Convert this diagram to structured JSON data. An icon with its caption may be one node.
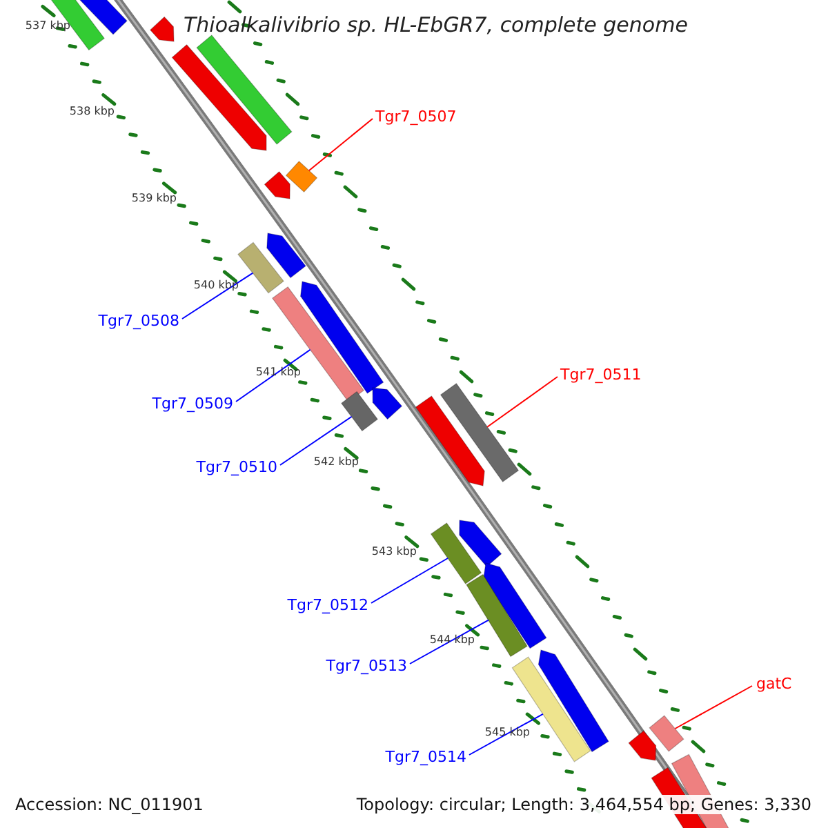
{
  "diagram": {
    "title": "Thioalkalivibrio sp. HL-EbGR7, complete genome",
    "nodes": [
      {
        "text": [
          "Tgr7_0507"
        ]
      },
      {
        "text": [
          "Tgr7_0508"
        ]
      },
      {
        "text": [
          "Tgr7_0509"
        ]
      },
      {
        "text": [
          "Tgr7_0510"
        ]
      },
      {
        "text": [
          "Tgr7_0511"
        ]
      },
      {
        "text": [
          "Tgr7_0512"
        ]
      },
      {
        "text": [
          "Tgr7_0513"
        ]
      },
      {
        "text": [
          "Tgr7_0514"
        ]
      },
      {
        "text": [
          "gatC"
        ]
      },
      {
        "text": [],
        "shape": "bar"
      },
      {
        "text": [],
        "shape": "bar"
      },
      {
        "text": [],
        "shape": "arrow"
      },
      {
        "text": [],
        "shape": "bar"
      },
      {
        "text": [],
        "shape": "arrow"
      },
      {
        "text": [],
        "shape": "bar"
      },
      {
        "text": [],
        "shape": "arrow"
      },
      {
        "text": [],
        "shape": "arrow"
      },
      {
        "text": [],
        "shape": "bar"
      },
      {
        "text": [],
        "shape": "arrow"
      },
      {
        "text": [],
        "shape": "bar"
      },
      {
        "text": [],
        "shape": "arrow"
      },
      {
        "text": [],
        "shape": "bar"
      },
      {
        "text": [],
        "shape": "bar"
      },
      {
        "text": [],
        "shape": "arrow"
      },
      {
        "text": [],
        "shape": "arrow"
      },
      {
        "text": [],
        "shape": "bar"
      },
      {
        "text": [],
        "shape": "arrow"
      },
      {
        "text": [],
        "shape": "bar"
      },
      {
        "text": [],
        "shape": "arrow"
      },
      {
        "text": [],
        "shape": "bar"
      },
      {
        "text": [],
        "shape": "bar"
      },
      {
        "text": [],
        "shape": "arrow"
      },
      {
        "text": [],
        "shape": "bar"
      },
      {
        "text": [],
        "shape": "bar"
      }
    ],
    "edges": [
      {
        "from": 0,
        "to": 14,
        "arrow": "none",
        "color": "#ff0000"
      },
      {
        "from": 1,
        "to": 17,
        "arrow": "none"
      },
      {
        "from": 2,
        "to": 19,
        "arrow": "none"
      },
      {
        "from": 3,
        "to": 22,
        "arrow": "none"
      },
      {
        "from": 4,
        "to": 21,
        "arrow": "none",
        "color": "#ff0000"
      },
      {
        "from": 5,
        "to": 25,
        "arrow": "none"
      },
      {
        "from": 6,
        "to": 27,
        "arrow": "none"
      },
      {
        "from": 7,
        "to": 29,
        "arrow": "none"
      },
      {
        "from": 8,
        "to": 30,
        "arrow": "none",
        "color": "#ff0000"
      }
    ],
    "labels": [
      "537 kbp",
      "538 kbp",
      "539 kbp",
      "540 kbp",
      "541 kbp",
      "542 kbp",
      "543 kbp",
      "544 kbp",
      "545 kbp",
      "Accession: NC_011901",
      "Topology: circular; Length: 3,464,554 bp; Genes: 3,330"
    ]
  }
}
